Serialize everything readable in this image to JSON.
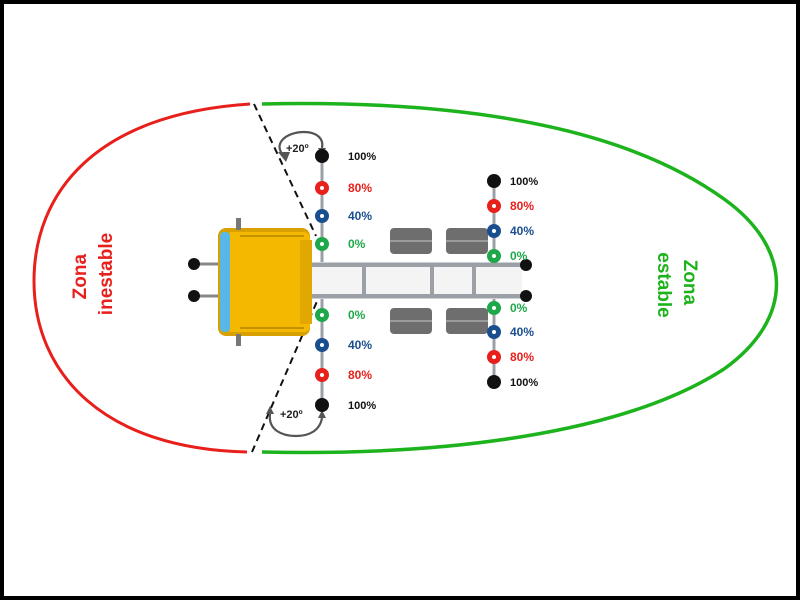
{
  "zones": {
    "unstable": {
      "line1": "Zona",
      "line2": "inestable",
      "color": "#e8201c"
    },
    "stable": {
      "line1": "Zona",
      "line2": "estable",
      "color": "#1db31d"
    }
  },
  "rotation": {
    "top": "+20º",
    "bottom": "+20º"
  },
  "colors": {
    "l100": "#111111",
    "l80": "#e8201c",
    "l40": "#1a4f8f",
    "l0": "#1fa84a",
    "cab": "#f5b800",
    "glass": "#58b7e6"
  },
  "front_axle": {
    "upper": [
      "100%",
      "80%",
      "40%",
      "0%"
    ],
    "lower": [
      "0%",
      "40%",
      "80%",
      "100%"
    ]
  },
  "rear_axle": {
    "upper": [
      "100%",
      "80%",
      "40%",
      "0%"
    ],
    "lower": [
      "0%",
      "40%",
      "80%",
      "100%"
    ]
  }
}
